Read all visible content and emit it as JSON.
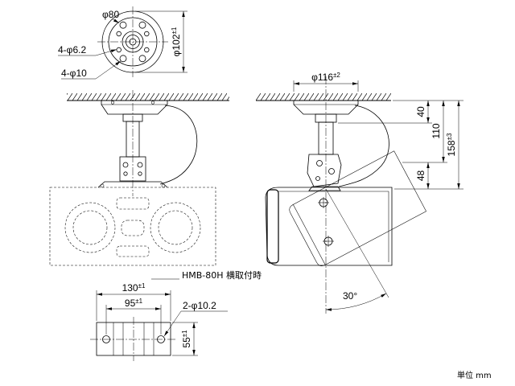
{
  "top_view": {
    "bolt_circle_label": "φ80",
    "small_holes_label": "4-φ6.2",
    "large_holes_label": "4-φ10",
    "outer_diameter": {
      "value": "φ102",
      "tolerance": "±1"
    }
  },
  "right_side_view": {
    "plate_diameter": {
      "value": "φ116",
      "tolerance": "±2"
    },
    "dim_plate_height": "40",
    "dim_pole_height": "110",
    "dim_total_height": {
      "value": "158",
      "tolerance": "±3"
    },
    "dim_bracket_height": "48",
    "tilt_angle": "30°"
  },
  "left_side_view": {
    "model_note": "HMB-80H 横取付時"
  },
  "bracket_view": {
    "width": {
      "value": "130",
      "tolerance": "±1"
    },
    "hole_pitch": {
      "value": "95",
      "tolerance": "±1"
    },
    "holes_label": "2-φ10.2",
    "height": {
      "value": "55",
      "tolerance": "±1"
    }
  },
  "units_note": "単位 mm",
  "colors": {
    "line": "#000000",
    "background": "#ffffff"
  }
}
